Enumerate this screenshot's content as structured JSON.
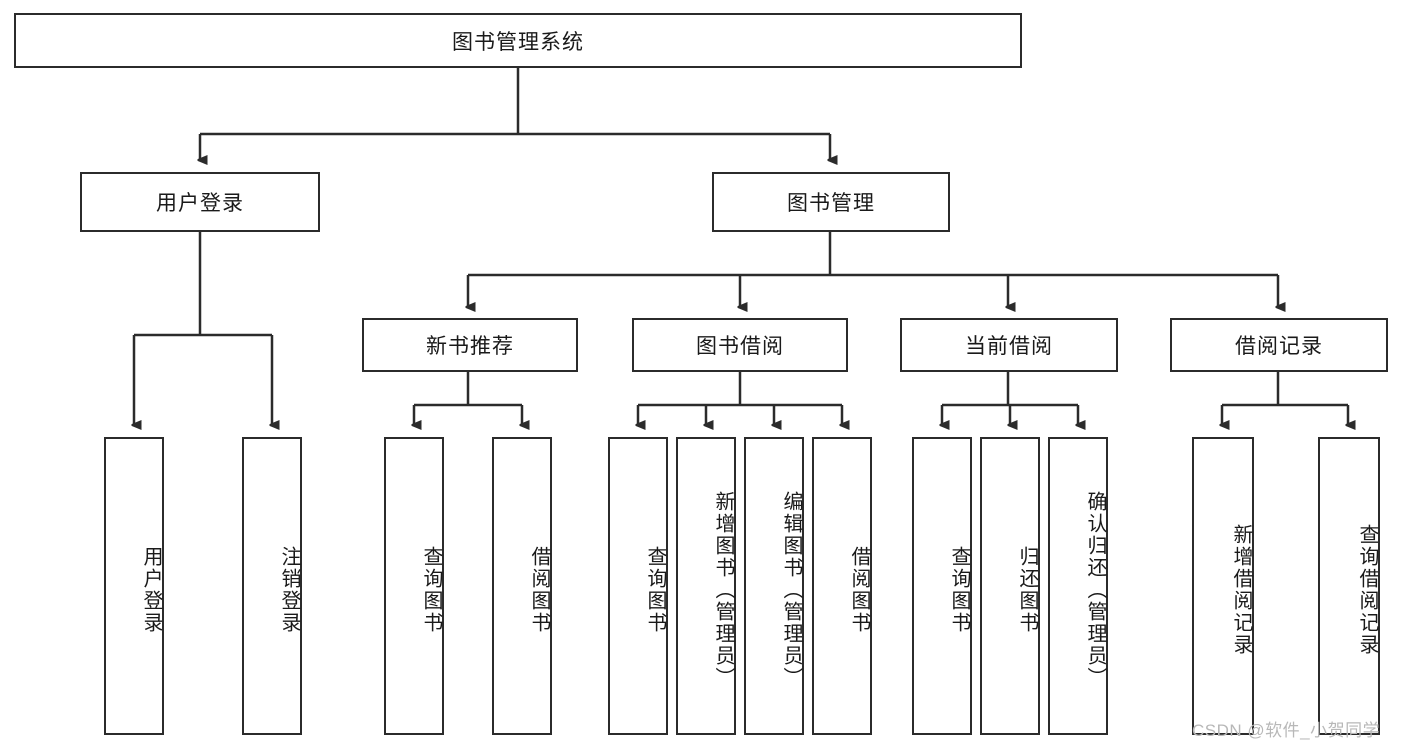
{
  "diagram": {
    "title_node": {
      "label": "图书管理系统"
    },
    "level2": [
      {
        "id": "user-login",
        "label": "用户登录"
      },
      {
        "id": "book-management",
        "label": "图书管理"
      }
    ],
    "level3": [
      {
        "id": "new-book-recommend",
        "label": "新书推荐"
      },
      {
        "id": "book-borrow",
        "label": "图书借阅"
      },
      {
        "id": "current-borrow",
        "label": "当前借阅"
      },
      {
        "id": "borrow-record",
        "label": "借阅记录"
      }
    ],
    "leaves": {
      "user_login": [
        {
          "id": "leaf-user-login",
          "label": "用户登录"
        },
        {
          "id": "leaf-logout-login",
          "label": "注销登录"
        }
      ],
      "new_book_recommend": [
        {
          "id": "leaf-query-book-1",
          "label": "查询图书"
        },
        {
          "id": "leaf-borrow-book-1",
          "label": "借阅图书"
        }
      ],
      "book_borrow": [
        {
          "id": "leaf-query-book-2",
          "label": "查询图书"
        },
        {
          "id": "leaf-add-book",
          "label": "新增图书（管理员）"
        },
        {
          "id": "leaf-edit-book",
          "label": "编辑图书（管理员）"
        },
        {
          "id": "leaf-borrow-book-2",
          "label": "借阅图书"
        }
      ],
      "current_borrow": [
        {
          "id": "leaf-query-book-3",
          "label": "查询图书"
        },
        {
          "id": "leaf-return-book",
          "label": "归还图书"
        },
        {
          "id": "leaf-confirm-return",
          "label": "确认归还（管理员）"
        }
      ],
      "borrow_record": [
        {
          "id": "leaf-add-record",
          "label": "新增借阅记录"
        },
        {
          "id": "leaf-query-record",
          "label": "查询借阅记录"
        }
      ]
    }
  },
  "watermark": {
    "text": "CSDN @软件_小贺同学"
  },
  "colors": {
    "stroke": "#2b2b2b",
    "background": "#ffffff",
    "text": "#1a1a1a",
    "watermark": "#b8b8b8"
  }
}
